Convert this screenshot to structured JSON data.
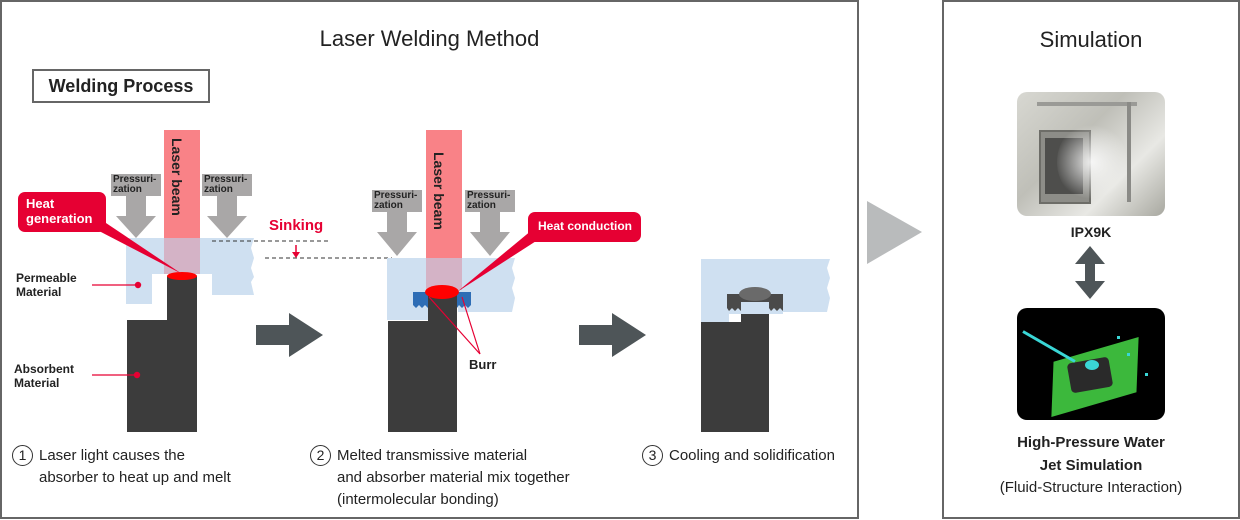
{
  "left": {
    "title": "Laser Welding Method",
    "process_box": "Welding Process",
    "labels": {
      "laser_beam": "Laser beam",
      "pressurization_1": "Pressuri-",
      "pressurization_2": "zation",
      "heat_generation_1": "Heat",
      "heat_generation_2": "generation",
      "heat_conduction": "Heat conduction",
      "sinking": "Sinking",
      "permeable_1": "Permeable",
      "permeable_2": "Material",
      "absorbent_1": "Absorbent",
      "absorbent_2": "Material",
      "burr": "Burr"
    },
    "steps": [
      {
        "num": "1",
        "text": "Laser light causes the\nabsorber to heat up and melt"
      },
      {
        "num": "2",
        "text": "Melted transmissive material\nand absorber material mix together\n(intermolecular bonding)"
      },
      {
        "num": "3",
        "text": "Cooling and solidification"
      }
    ]
  },
  "right": {
    "title": "Simulation",
    "photo_caption": "IPX9K",
    "sim_caption_1": "High-Pressure Water",
    "sim_caption_2": "Jet Simulation",
    "sim_caption_3": "(Fluid-Structure Interaction)"
  },
  "colors": {
    "laser": "#f98287",
    "pressure": "#a9a7a7",
    "red": "#e60033",
    "permeable": "#cfe0f1",
    "absorbent": "#3c3c3c",
    "burr_blue": "#2e6db5",
    "arrow": "#4e5558",
    "big_arrow": "#b9bbbc"
  }
}
